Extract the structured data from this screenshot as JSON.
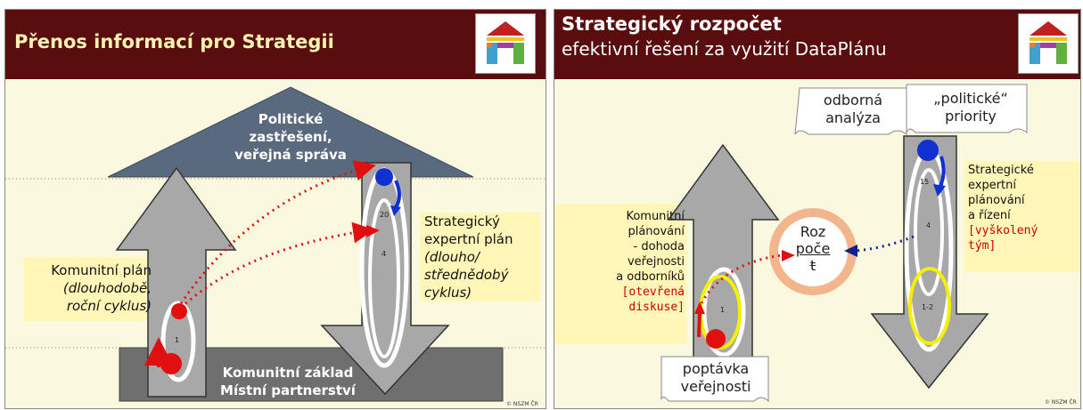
{
  "slide1": {
    "title": "Přenos informací pro Strategii",
    "roof_label": [
      "Politické",
      "zastřešení,",
      "veřejná správa"
    ],
    "base_label": [
      "Komunitní základ",
      "Místní partnerství"
    ],
    "left_caption": {
      "line1": "Komunitní plán",
      "line2": "(dlouhodobě,",
      "line3": "roční cyklus)"
    },
    "right_caption": {
      "line1": "Strategický",
      "line2": "expertní plán",
      "line3": "(dlouho/",
      "line4": "střednědobý",
      "line5": "cyklus)"
    },
    "loop_labels": [
      "1",
      "20",
      "4"
    ],
    "copyright": "© NSZM ČR",
    "colors": {
      "header": "#5a0d0f",
      "title": "#fff2b0",
      "arrow": "#a8a8a8",
      "highlight": "#fff6b8",
      "red": "#e01010",
      "blue": "#1030d0"
    }
  },
  "slide2": {
    "title": "Strategický rozpočet",
    "subtitle": "efektivní řešení za využití DataPlánu",
    "scroll_analysis": [
      "odborná",
      "analýza"
    ],
    "scroll_priorities": [
      "„politické“",
      "priority"
    ],
    "scroll_demand": [
      "poptávka",
      "veřejnosti"
    ],
    "left_caption": [
      "Komunitní",
      "plánování",
      "- dohoda",
      "veřejnosti",
      "a odborníků"
    ],
    "left_caption_red": [
      "[otevřená",
      "diskuse]"
    ],
    "right_caption": [
      "Strategické",
      "expertní",
      "plánování",
      "a řízení"
    ],
    "right_caption_red": [
      "[vyškolený",
      "tým]"
    ],
    "budget_label": [
      "Roz",
      "poče",
      "t"
    ],
    "loop_labels": [
      "15",
      "4",
      "1-2",
      "1"
    ],
    "copyright": "© NSZM ČR",
    "colors": {
      "header": "#5a0d0f",
      "subtitle": "#ffffff",
      "budget_ring": "#f2b58c",
      "yellow_ring": "#f5f000",
      "red_text": "#cc0000"
    }
  }
}
